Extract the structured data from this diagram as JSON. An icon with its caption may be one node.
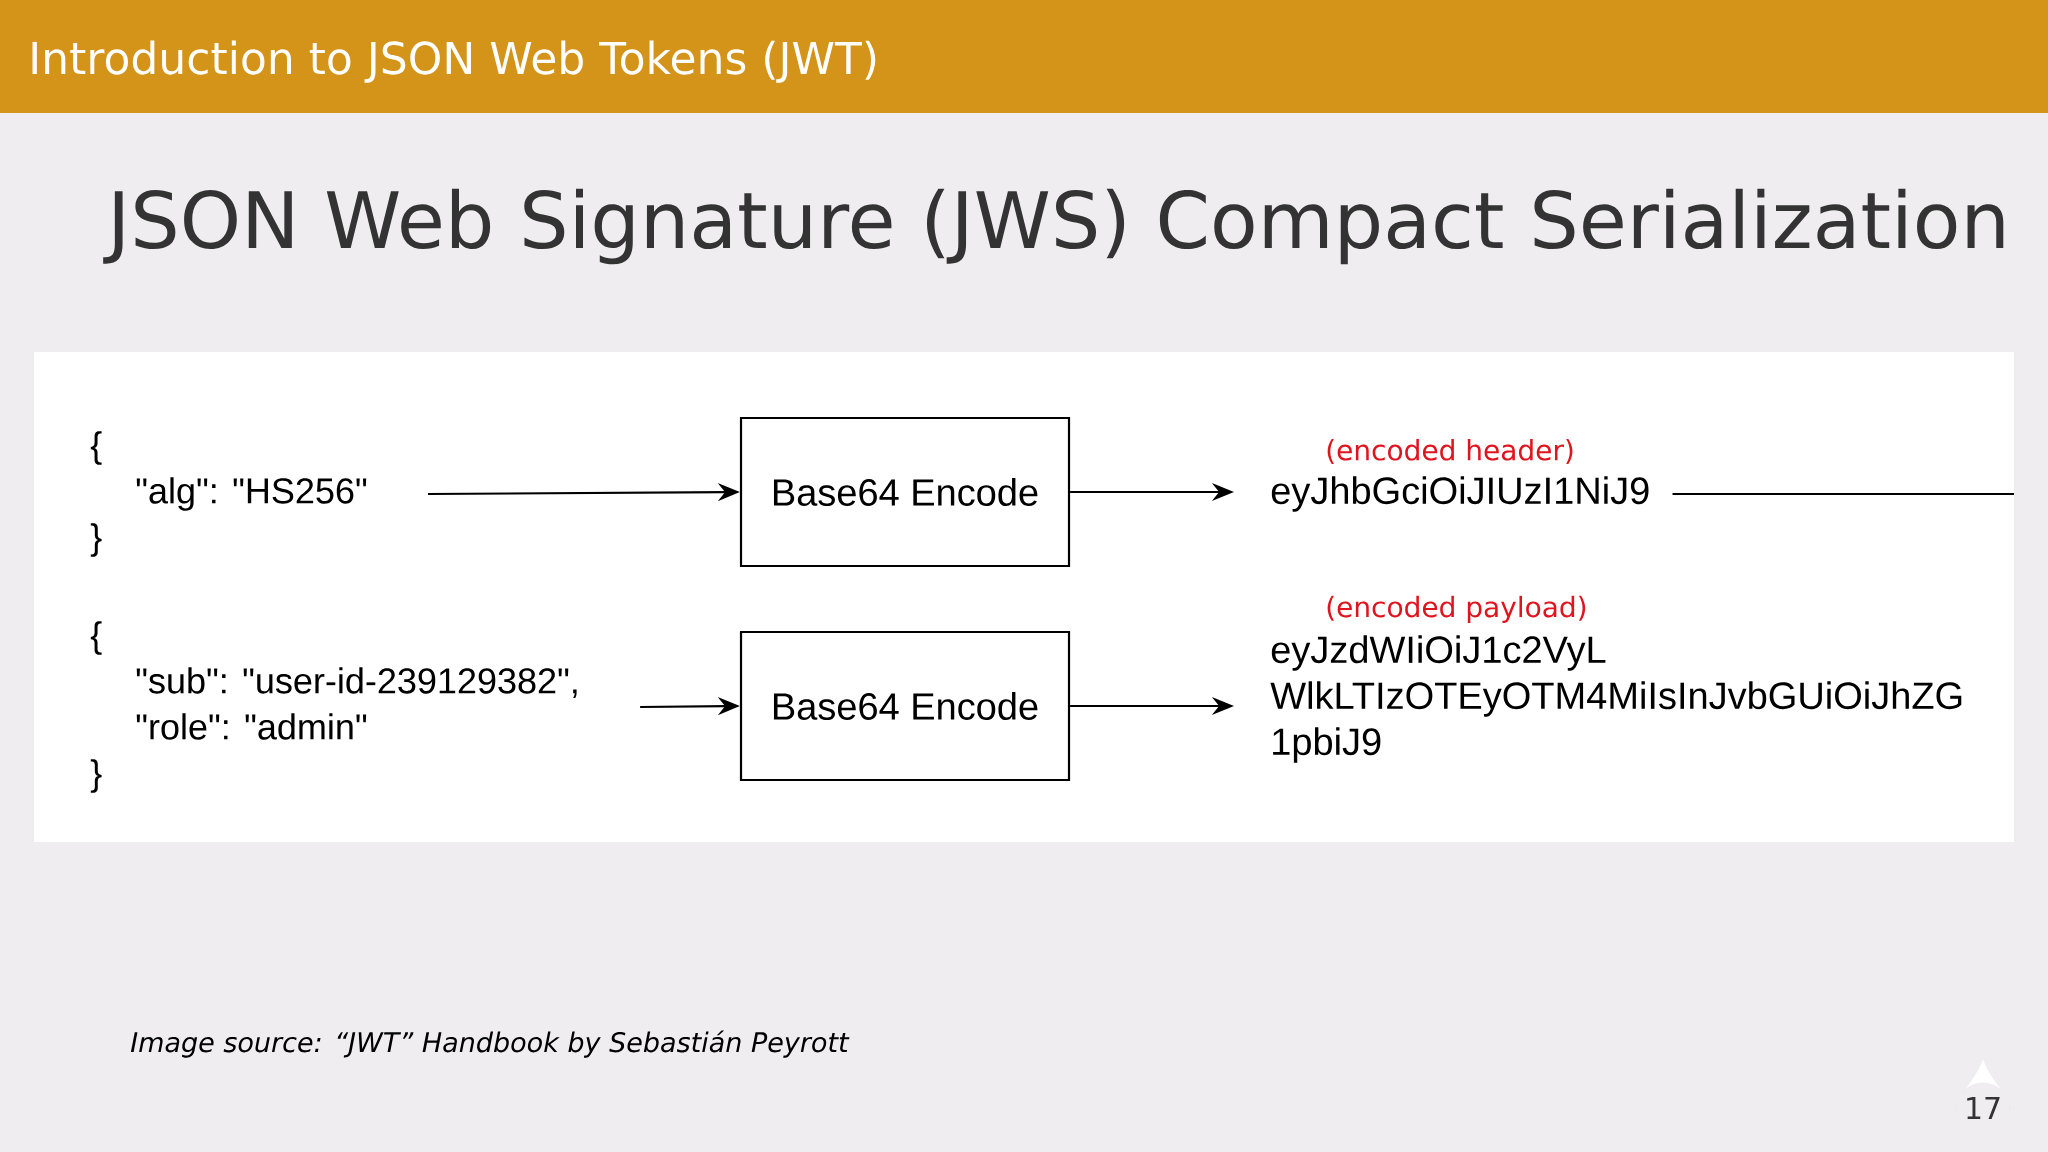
{
  "diagram": {
    "title": "JSON Web Signature (JWS) Compact Serialization",
    "caption": "Image source: “JWT” Handbook by Sebastián Peyrott",
    "nodes": [
      {
        "text": [
          "{",
          "\"alg\": \"HS256\"",
          "}"
        ]
      },
      {
        "text": [
          "Base64 Encode"
        ]
      },
      {
        "text": [
          "eyJhbGciOiJIUzI1NiJ9"
        ],
        "beside": [
          "(encoded header)"
        ]
      },
      {
        "text": [
          "{",
          "\"sub\": \"user-id-239129382\",",
          "\"role\": \"admin\"",
          "}"
        ]
      },
      {
        "text": [
          "Base64 Encode"
        ]
      },
      {
        "text": [
          "eyJzdWIiOiJ1c2VyL",
          "WlkLTIzOTEyOTM4MiIsInJvbGUiOiJhZG",
          "1pbiJ9"
        ],
        "beside": [
          "(encoded payload)"
        ]
      }
    ],
    "edges": [
      {
        "from": 0,
        "to": 1,
        "arrow": "to"
      },
      {
        "from": 1,
        "to": 2,
        "arrow": "to"
      },
      {
        "from": 3,
        "to": 4,
        "arrow": "to"
      },
      {
        "from": 4,
        "to": 5,
        "arrow": "to"
      },
      {
        "from": 2,
        "to": null,
        "arrow": "none"
      }
    ],
    "labels": [
      "Introduction to JSON Web Tokens (JWT)",
      "17"
    ]
  }
}
